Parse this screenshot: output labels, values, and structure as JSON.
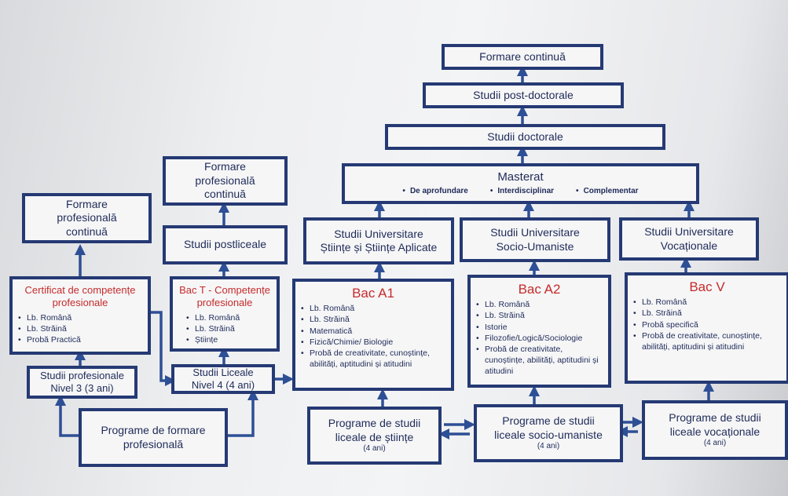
{
  "formare_continua": "Formare continuă",
  "post_doctorale": "Studii post-doctorale",
  "doctorale": "Studii doctorale",
  "masterat": {
    "title": "Masterat",
    "items": [
      "De aprofundare",
      "Interdisciplinar",
      "Complementar"
    ]
  },
  "univ": {
    "stiinte": [
      "Studii Universitare",
      "Științe și Științe Aplicate"
    ],
    "socio": [
      "Studii Universitare",
      "Socio-Umaniste"
    ],
    "vocational": [
      "Studii Universitare",
      "Vocaționale"
    ]
  },
  "formare_prof_left": [
    "Formare",
    "profesională",
    "continuă"
  ],
  "formare_prof_mid": [
    "Formare",
    "profesională",
    "continuă"
  ],
  "postliceale": "Studii postliceale",
  "certificat": {
    "title": [
      "Certificat de competențe",
      "profesionale"
    ],
    "items": [
      "Lb. Română",
      "Lb. Străină",
      "Probă Practică"
    ]
  },
  "bac_t": {
    "title": [
      "Bac T - Competențe",
      "profesionale"
    ],
    "items": [
      "Lb. Română",
      "Lb. Străină",
      "Științe"
    ]
  },
  "bac_a1": {
    "title": "Bac A1",
    "items": [
      "Lb. Română",
      "Lb. Străină",
      "Matematică",
      "Fizică/Chimie/ Biologie",
      "Probă de creativitate, cunoștințe, abilități, aptitudini și atitudini"
    ]
  },
  "bac_a2": {
    "title": "Bac A2",
    "items": [
      "Lb. Română",
      "Lb. Străină",
      "Istorie",
      "Filozofie/Logică/Sociologie",
      "Probă de creativitate, cunoștințe, abilități, aptitudini și atitudini"
    ]
  },
  "bac_v": {
    "title": "Bac V",
    "items": [
      "Lb. Română",
      "Lb. Străină",
      "Probă specifică",
      "Probă de creativitate, cunoștințe, abilități, aptitudini și atitudini"
    ]
  },
  "studii_prof": [
    "Studii profesionale",
    "Nivel 3 (3 ani)"
  ],
  "studii_liceale": [
    "Studii Liceale",
    "Nivel 4 (4 ani)"
  ],
  "programe_formare": [
    "Programe de formare",
    "profesională"
  ],
  "programe_stiinte": {
    "lines": [
      "Programe de studii",
      "liceale de științe"
    ],
    "dur": "(4 ani)"
  },
  "programe_socio": {
    "lines": [
      "Programe de studii",
      "liceale socio-umaniste"
    ],
    "dur": "(4 ani)"
  },
  "programe_voc": {
    "lines": [
      "Programe de studii",
      "liceale vocaționale"
    ],
    "dur": "(4 ani)"
  }
}
